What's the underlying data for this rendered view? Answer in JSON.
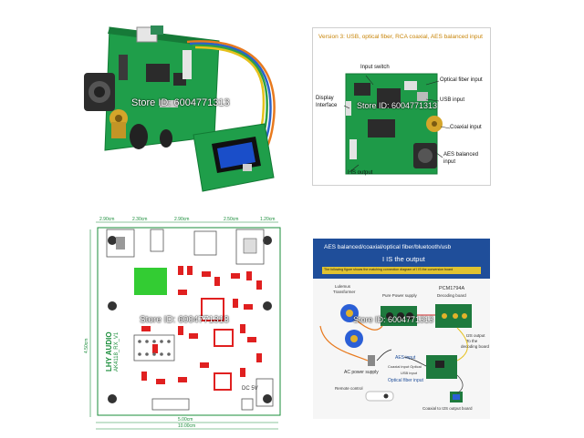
{
  "watermark": "Store ID: 6004771313",
  "top_right": {
    "title": "Version 3: USB, optical fiber, RCA coaxial, AES balanced input",
    "labels": {
      "input_switch": "Input switch",
      "display_interface_1": "Display",
      "display_interface_2": "Interface",
      "optical_fiber_input": "Optical fiber input",
      "usb_input": "USB input",
      "coaxial_input": "Coaxial input",
      "aes_input_1": "AES balanced",
      "aes_input_2": "input",
      "iis_output": "I IS output"
    }
  },
  "bottom_left": {
    "brand": "LHY AUDIO",
    "model": "AK4118_RX_V1",
    "dims": [
      "2.90cm",
      "2.30cm",
      "2.90cm",
      "2.50cm",
      "1.20cm",
      "5.00cm",
      "10.00cm",
      "4.50cm"
    ],
    "dc_label": "DC 5V"
  },
  "bottom_right": {
    "title": "AES balanced/coaxial/optical fiber/bluetooth/usb",
    "subtitle": "I IS the output",
    "banner": "The following figure shows the matching connection diagram of I IS the conversion board",
    "labels": {
      "lulemus_1": "Lulemus",
      "lulemus_2": "Transformer",
      "pure_power": "Pure Power supply",
      "pcm_1": "PCM1794A",
      "pcm_2": "Decoding board",
      "i2s_1": "I2S output",
      "i2s_2": "To the",
      "i2s_3": "decoding board",
      "aes_input": "AES input",
      "coaxial_optical": "Coaxial input    Optical",
      "ac_power": "AC power supply",
      "usb_input": "USB input",
      "optical_fiber": "Optical fiber input",
      "remote": "Remote control",
      "coaxial_i2s": "Coaxial to I2S output board"
    }
  }
}
